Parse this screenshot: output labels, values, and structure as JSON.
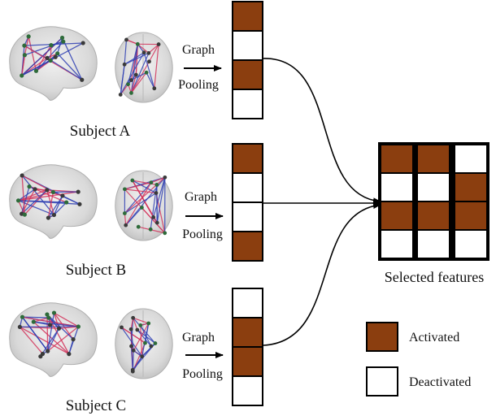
{
  "subjects": [
    {
      "label": "Subject A",
      "op_line1": "Graph",
      "op_line2": "Pooling",
      "pattern": [
        1,
        0,
        1,
        0
      ]
    },
    {
      "label": "Subject B",
      "op_line1": "Graph",
      "op_line2": "Pooling",
      "pattern": [
        1,
        0,
        0,
        1
      ]
    },
    {
      "label": "Subject C",
      "op_line1": "Graph",
      "op_line2": "Pooling",
      "pattern": [
        0,
        1,
        1,
        0
      ]
    }
  ],
  "selected": {
    "title": "Selected features",
    "columns": [
      [
        1,
        0,
        1,
        0
      ],
      [
        1,
        0,
        1,
        0
      ],
      [
        0,
        1,
        1,
        0
      ]
    ]
  },
  "legend": {
    "activated_label": "Activated",
    "deactivated_label": "Deactivated"
  },
  "colors": {
    "activated": "#8b3e0f",
    "deactivated": "#ffffff",
    "stroke": "#000000",
    "brain_edge_red": "#d2335a",
    "brain_edge_blue": "#2f3fb3"
  },
  "icons": [
    "brain-sagittal-icon",
    "brain-axial-icon",
    "right-arrow-icon"
  ]
}
